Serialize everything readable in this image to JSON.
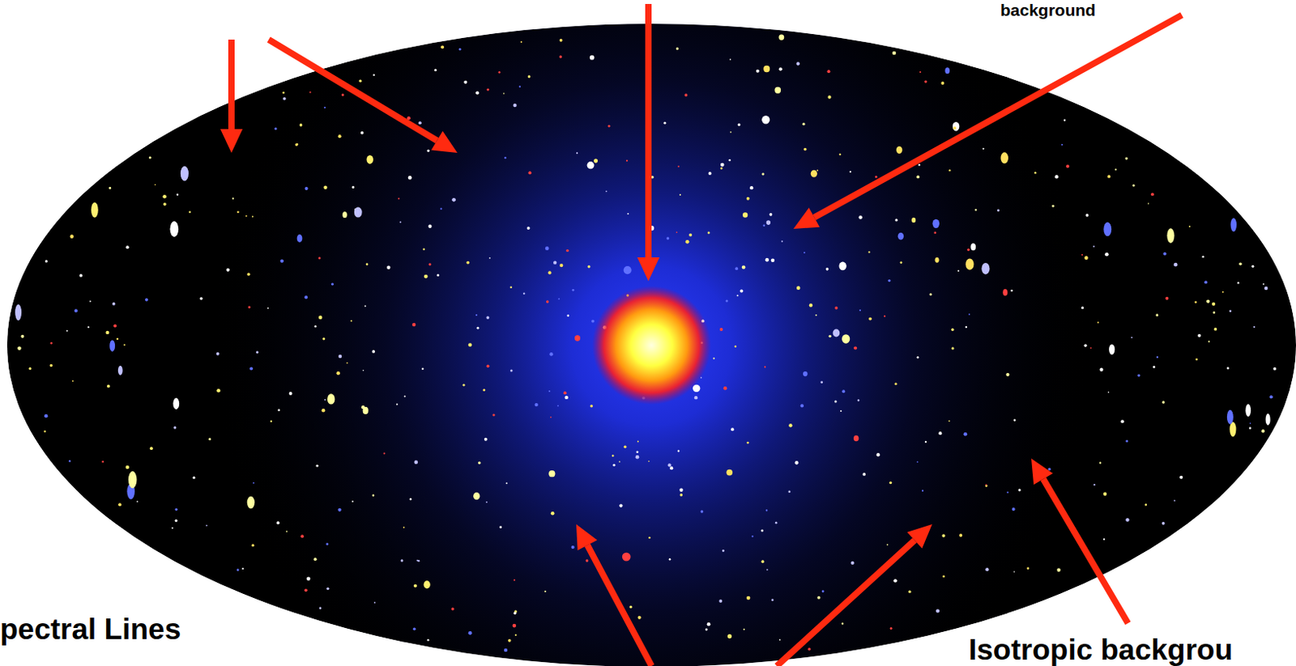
{
  "diagram": {
    "labels": [
      "background",
      "pectral Lines",
      "Isotropic backgrou"
    ]
  }
}
